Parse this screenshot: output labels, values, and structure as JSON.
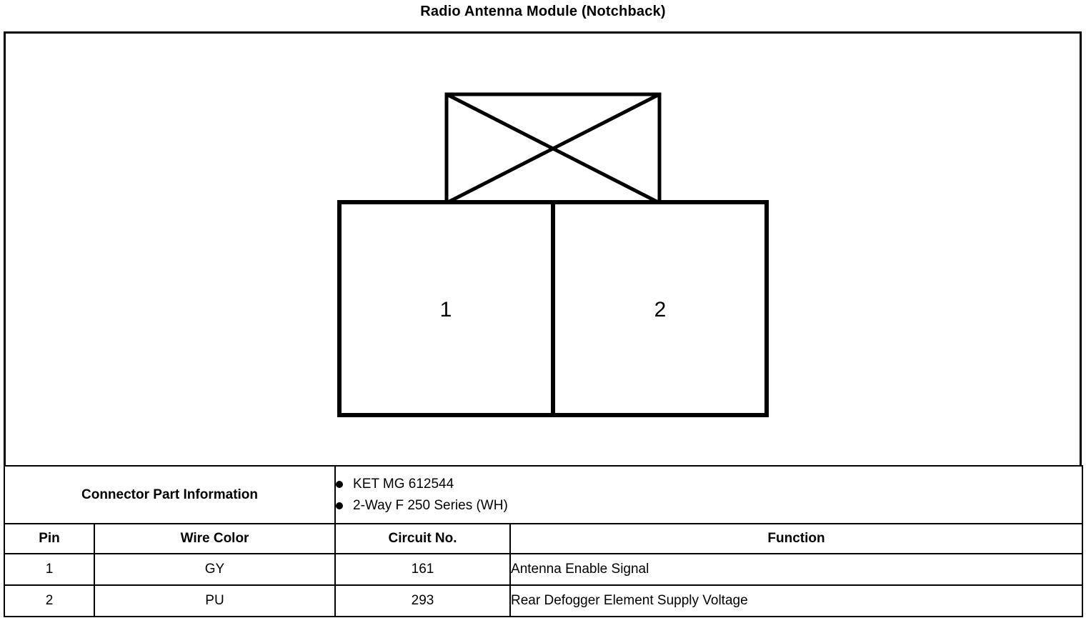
{
  "title": "Radio Antenna Module (Notchback)",
  "connector": {
    "shape_name": "two-way-connector-face-view",
    "cavities": [
      {
        "label": "1"
      },
      {
        "label": "2"
      }
    ]
  },
  "connector_part_information": {
    "label": "Connector Part Information",
    "items": [
      "KET MG 612544",
      "2-Way F 250 Series (WH)"
    ]
  },
  "table": {
    "headers": {
      "pin": "Pin",
      "wire_color": "Wire Color",
      "circuit_no": "Circuit No.",
      "function": "Function"
    },
    "rows": [
      {
        "pin": "1",
        "wire_color": "GY",
        "circuit_no": "161",
        "function": "Antenna Enable Signal"
      },
      {
        "pin": "2",
        "wire_color": "PU",
        "circuit_no": "293",
        "function": "Rear Defogger Element Supply Voltage"
      }
    ]
  },
  "colors": {
    "ink": "#000000",
    "paper": "#ffffff"
  }
}
